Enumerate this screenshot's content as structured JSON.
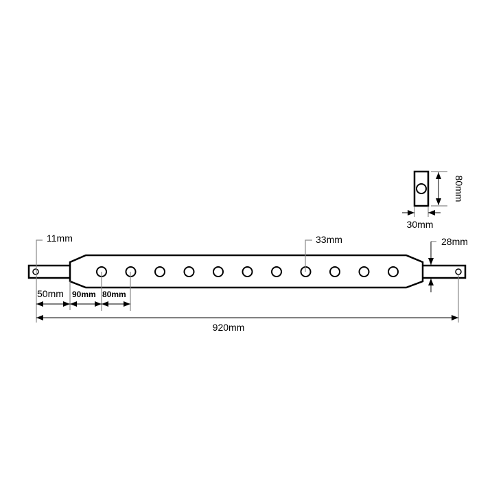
{
  "labels": {
    "hole_small": "11mm",
    "hole_large": "33mm",
    "tab_thickness": "28mm",
    "cross_height": "80mm",
    "cross_width": "30mm",
    "end_offset": "50mm",
    "first_hole": "90mm",
    "hole_pitch": "80mm",
    "total_length": "920mm"
  },
  "hole_count": 11
}
